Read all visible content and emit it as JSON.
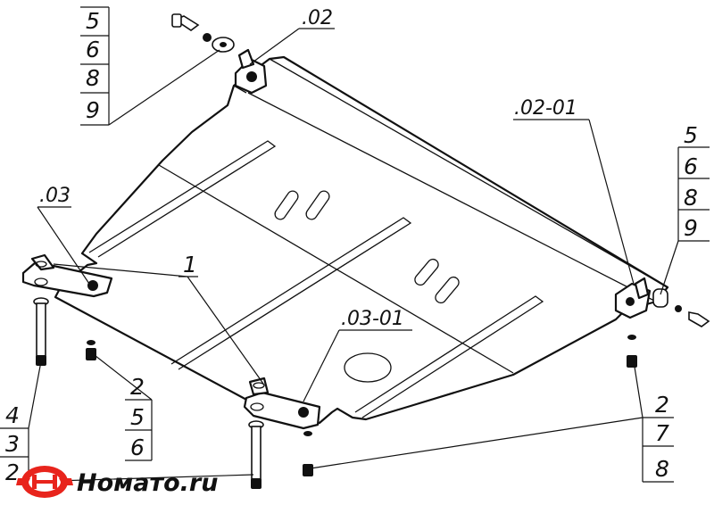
{
  "callouts": {
    "group_top_left": [
      "5",
      "6",
      "8",
      "9"
    ],
    "group_right": [
      "5",
      "6",
      "8",
      "9"
    ],
    "group_bottom_mid": [
      "2",
      "5",
      "6"
    ],
    "group_bottom_right": [
      "2",
      "7",
      "8"
    ],
    "group_bottom_left": [
      "4",
      "3",
      "2"
    ],
    "part_02": ".02",
    "part_02_01": ".02-01",
    "part_03": ".03",
    "part_03_01": ".03-01",
    "part_1": "1"
  },
  "watermark": {
    "text": "Номато.ru",
    "colors": {
      "red": "#e8241c",
      "black": "#111111"
    }
  }
}
